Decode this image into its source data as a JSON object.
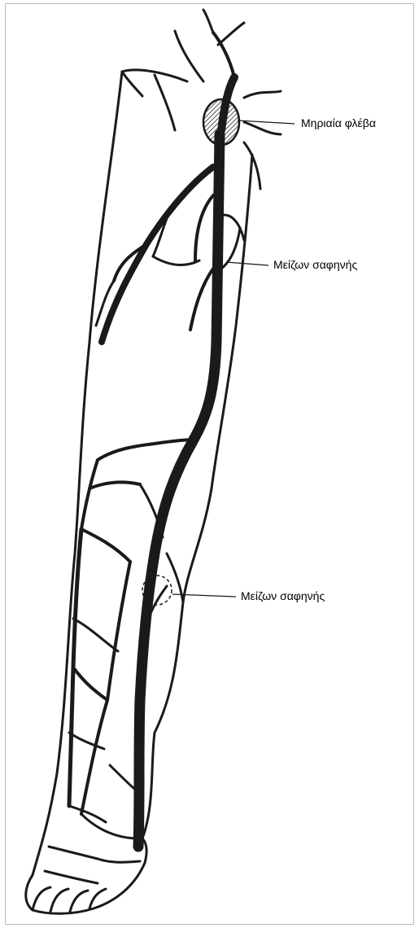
{
  "diagram": {
    "labels": [
      {
        "id": "femoral",
        "text": "Μηριαία φλέβα"
      },
      {
        "id": "saphenous_upper",
        "text": "Μείζων σαφηνής"
      },
      {
        "id": "saphenous_lower",
        "text": "Μείζων σαφηνής"
      }
    ],
    "colors": {
      "ink": "#1a1a1a",
      "paper": "#f7f7f7",
      "background": "#ffffff",
      "border": "#b8b8b8"
    }
  }
}
